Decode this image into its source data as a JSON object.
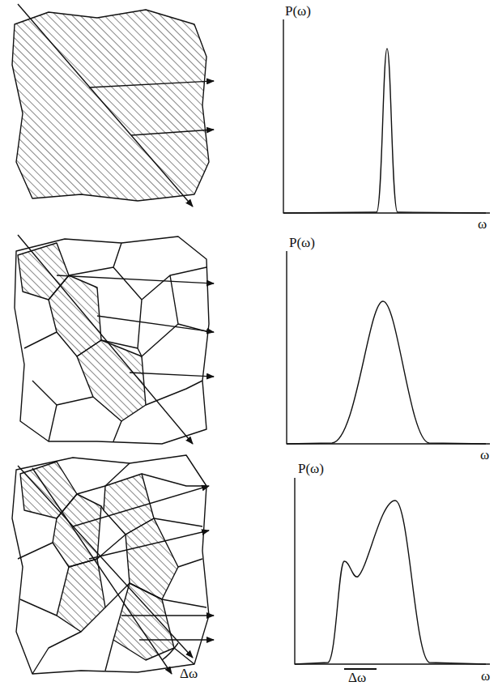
{
  "diagram": {
    "labels": [
      "P(ω)",
      "ω",
      "P(ω)",
      "ω",
      "Δω",
      "P(ω)",
      "Δω",
      "ω"
    ]
  }
}
